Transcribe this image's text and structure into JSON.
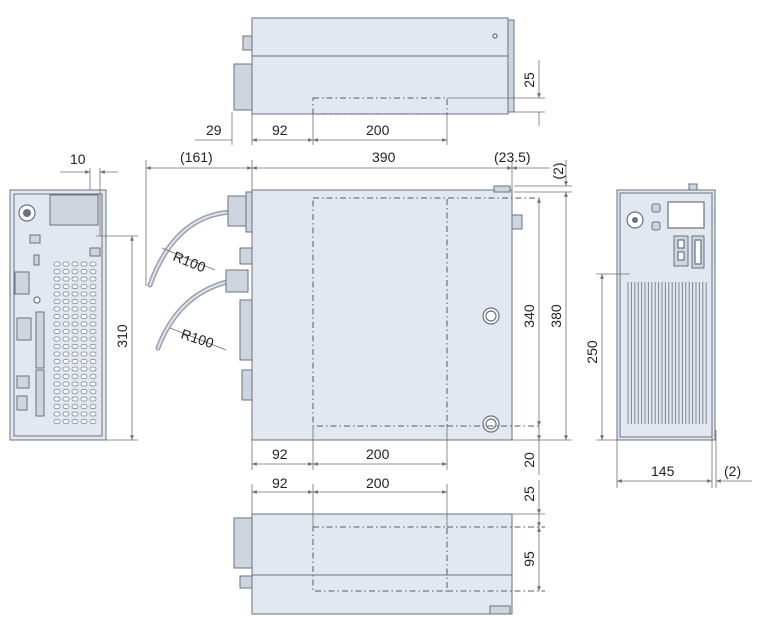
{
  "dimensions": {
    "top_view": {
      "offset_left": "29",
      "hole_offset": "92",
      "hole_span": "200",
      "top_margin": "25"
    },
    "side_view": {
      "overhang_left": "(161)",
      "length": "390",
      "overhang_right": "(23.5)",
      "gap_top": "(2)",
      "height_inner": "340",
      "height_total": "380",
      "hole_offset": "92",
      "hole_span": "200",
      "bottom_margin": "20",
      "bend_radius_upper": "R100",
      "bend_radius_lower": "R100"
    },
    "rear_view": {
      "offset": "10",
      "height": "310"
    },
    "front_view": {
      "height": "250",
      "width": "145",
      "gap_side": "(2)"
    },
    "bottom_view": {
      "hole_offset": "92",
      "hole_span": "200",
      "top_margin": "25",
      "depth": "95"
    }
  },
  "colors": {
    "body": "#e3e7ef",
    "outline": "#6a7280",
    "dimension_line": "#6f6f6f",
    "hidden_line": "#555b66"
  }
}
